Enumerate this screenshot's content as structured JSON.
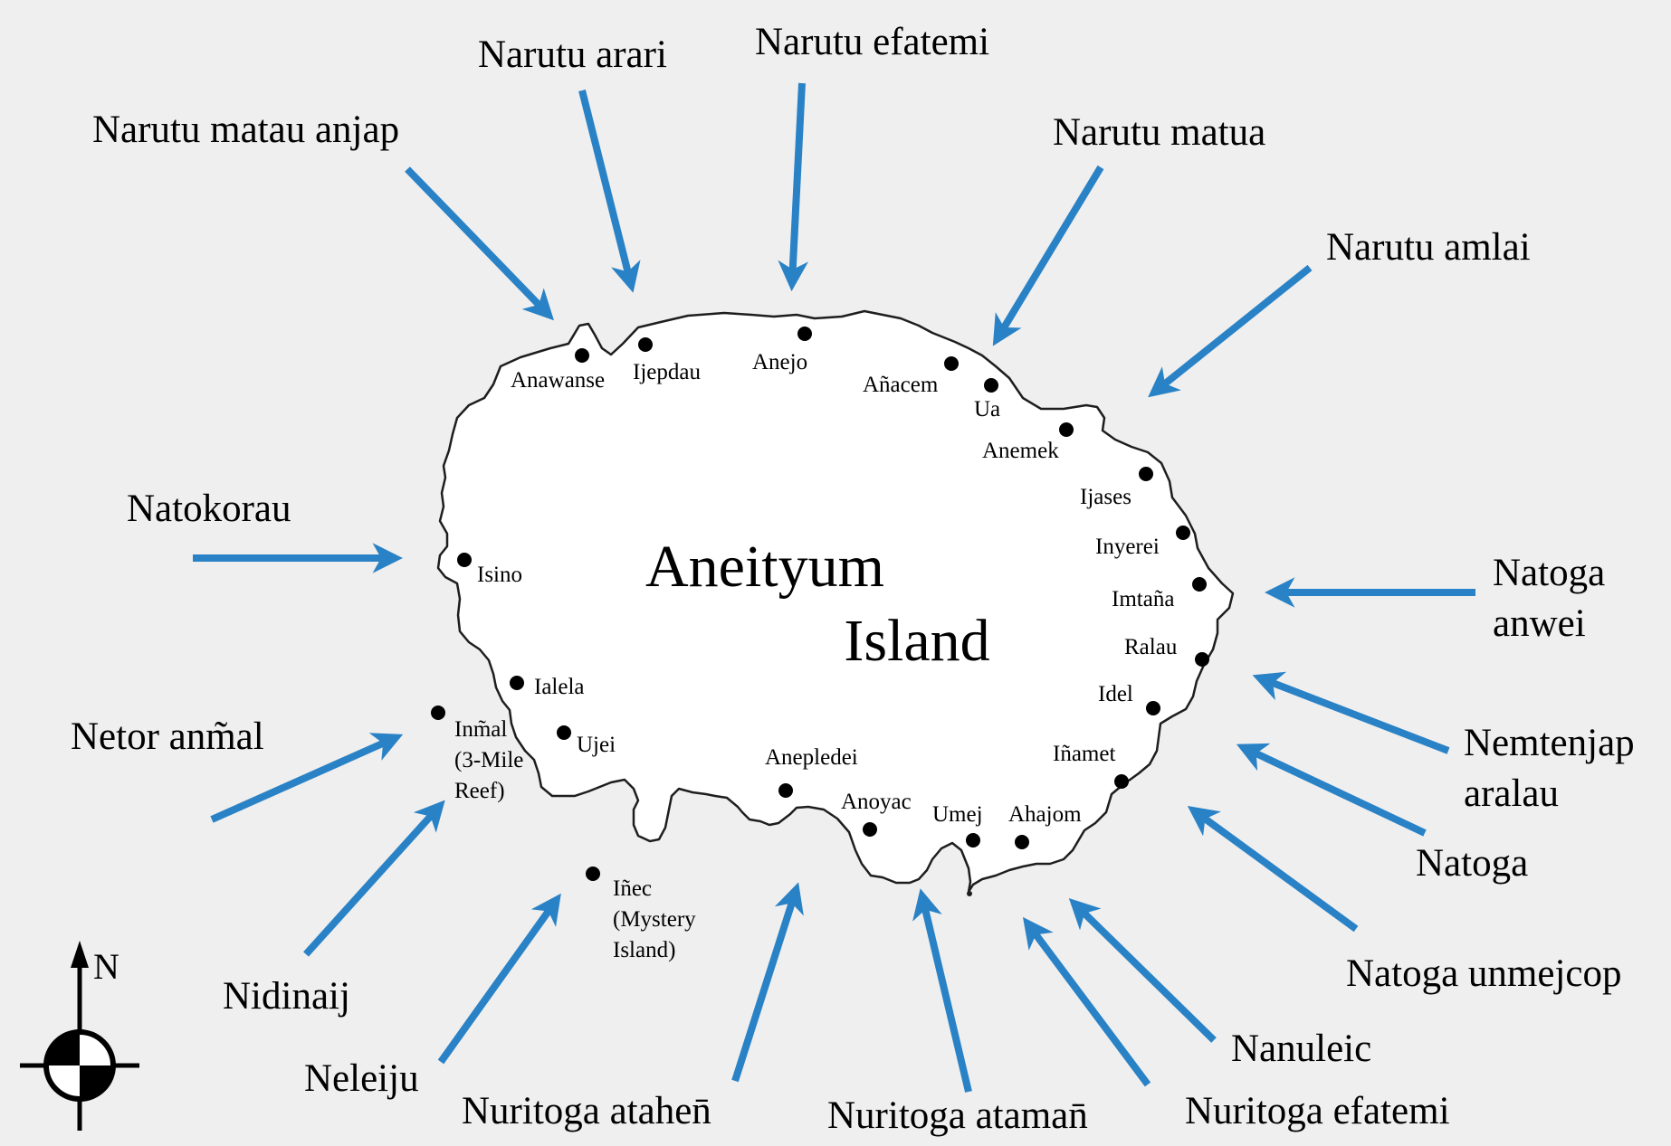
{
  "island_name": {
    "line1": "Aneityum",
    "line2": "Island"
  },
  "north_label": "N",
  "arrow_color": "#2a82c6",
  "coast_color": "#1e1e1e",
  "land_color": "#ffffff",
  "background_color": "#efefef",
  "winds": [
    {
      "id": "narutu-matau-anjap",
      "lines": [
        "Narutu matau anjap"
      ]
    },
    {
      "id": "narutu-arari",
      "lines": [
        "Narutu arari"
      ]
    },
    {
      "id": "narutu-efatemi",
      "lines": [
        "Narutu efatemi"
      ]
    },
    {
      "id": "narutu-matua",
      "lines": [
        "Narutu matua"
      ]
    },
    {
      "id": "narutu-amlai",
      "lines": [
        "Narutu amlai"
      ]
    },
    {
      "id": "natokorau",
      "lines": [
        "Natokorau"
      ]
    },
    {
      "id": "natoga-anwei",
      "lines": [
        "Natoga",
        "anwei"
      ]
    },
    {
      "id": "nemtenjap-aralau",
      "lines": [
        "Nemtenjap",
        "aralau"
      ]
    },
    {
      "id": "natoga",
      "lines": [
        "Natoga"
      ]
    },
    {
      "id": "natoga-unmejcop",
      "lines": [
        "Natoga unmejcop"
      ]
    },
    {
      "id": "netor-anmal",
      "lines": [
        "Netor anm̃al"
      ]
    },
    {
      "id": "nidinaij",
      "lines": [
        "Nidinaij"
      ]
    },
    {
      "id": "neleiju",
      "lines": [
        "Neleiju"
      ]
    },
    {
      "id": "nuritoga-atahen",
      "lines": [
        "Nuritoga atahen̄"
      ]
    },
    {
      "id": "nuritoga-ataman",
      "lines": [
        "Nuritoga ataman̄"
      ]
    },
    {
      "id": "nuritoga-efatemi",
      "lines": [
        "Nuritoga efatemi"
      ]
    },
    {
      "id": "nanuleic",
      "lines": [
        "Nanuleic"
      ]
    }
  ],
  "villages": [
    {
      "id": "anawanse",
      "lines": [
        "Anawanse"
      ]
    },
    {
      "id": "ijepdau",
      "lines": [
        "Ijepdau"
      ]
    },
    {
      "id": "anejo",
      "lines": [
        "Anejo"
      ]
    },
    {
      "id": "anacem",
      "lines": [
        "Añacem"
      ]
    },
    {
      "id": "ua",
      "lines": [
        "Ua"
      ]
    },
    {
      "id": "anemek",
      "lines": [
        "Anemek"
      ]
    },
    {
      "id": "ijases",
      "lines": [
        "Ijases"
      ]
    },
    {
      "id": "inyerei",
      "lines": [
        "Inyerei"
      ]
    },
    {
      "id": "imtana",
      "lines": [
        "Imtaña"
      ]
    },
    {
      "id": "ralau",
      "lines": [
        "Ralau"
      ]
    },
    {
      "id": "idel",
      "lines": [
        "Idel"
      ]
    },
    {
      "id": "inamet",
      "lines": [
        "Iñamet"
      ]
    },
    {
      "id": "ahajom",
      "lines": [
        "Ahajom"
      ]
    },
    {
      "id": "umej",
      "lines": [
        "Umej"
      ]
    },
    {
      "id": "anoyac",
      "lines": [
        "Anoyac"
      ]
    },
    {
      "id": "anepledei",
      "lines": [
        "Anepledei"
      ]
    },
    {
      "id": "isino",
      "lines": [
        "Isino"
      ]
    },
    {
      "id": "ialela",
      "lines": [
        "Ialela"
      ]
    },
    {
      "id": "ujei",
      "lines": [
        "Ujei"
      ]
    },
    {
      "id": "inmal",
      "lines": [
        "Inm̃al",
        "(3-Mile",
        "Reef)"
      ]
    },
    {
      "id": "inec",
      "lines": [
        "Iñec",
        "(Mystery",
        "Island)"
      ]
    }
  ]
}
